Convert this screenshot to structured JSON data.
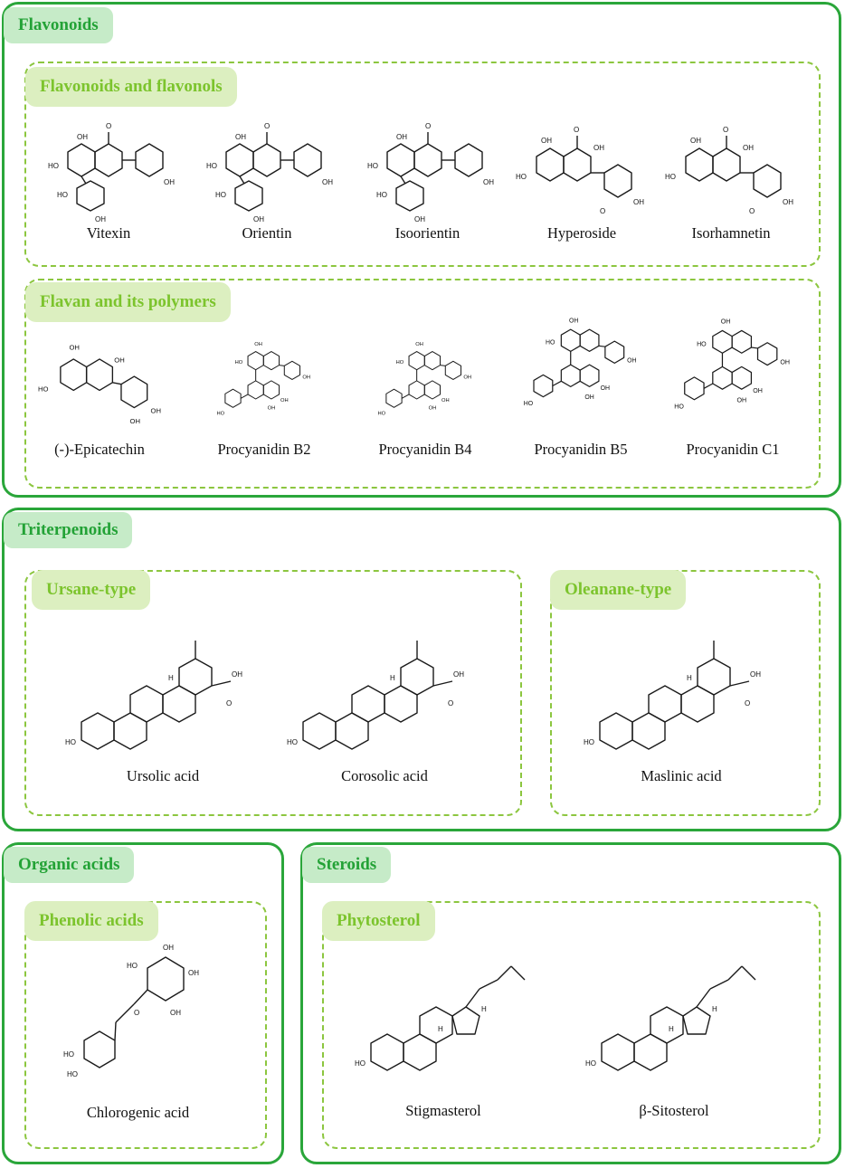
{
  "colors": {
    "section_border": "#2aa63a",
    "section_label_bg": "#c6ebc8",
    "section_label_text": "#23a236",
    "sub_border": "#8cc63f",
    "sub_label_bg": "#dcefc0",
    "sub_label_text": "#7cc42d"
  },
  "sections": {
    "flavonoids": {
      "label": "Flavonoids",
      "sub1": {
        "label": "Flavonoids and flavonols",
        "compounds": [
          "Vitexin",
          "Orientin",
          "Isoorientin",
          "Hyperoside",
          "Isorhamnetin"
        ]
      },
      "sub2": {
        "label": "Flavan and its polymers",
        "compounds": [
          "(-)-Epicatechin",
          "Procyanidin B2",
          "Procyanidin B4",
          "Procyanidin B5",
          "Procyanidin C1"
        ]
      }
    },
    "triterpenoids": {
      "label": "Triterpenoids",
      "ursane": {
        "label": "Ursane-type",
        "compounds": [
          "Ursolic acid",
          "Corosolic acid"
        ]
      },
      "oleanane": {
        "label": "Oleanane-type",
        "compounds": [
          "Maslinic acid"
        ]
      }
    },
    "organic_acids": {
      "label": "Organic acids",
      "sub": {
        "label": "Phenolic acids",
        "compounds": [
          "Chlorogenic acid"
        ]
      }
    },
    "steroids": {
      "label": "Steroids",
      "sub": {
        "label": "Phytosterol",
        "compounds": [
          "Stigmasterol",
          "β-Sitosterol"
        ]
      }
    }
  },
  "atom_labels": {
    "oh": "OH",
    "ho": "HO",
    "o": "O",
    "h": "H"
  }
}
